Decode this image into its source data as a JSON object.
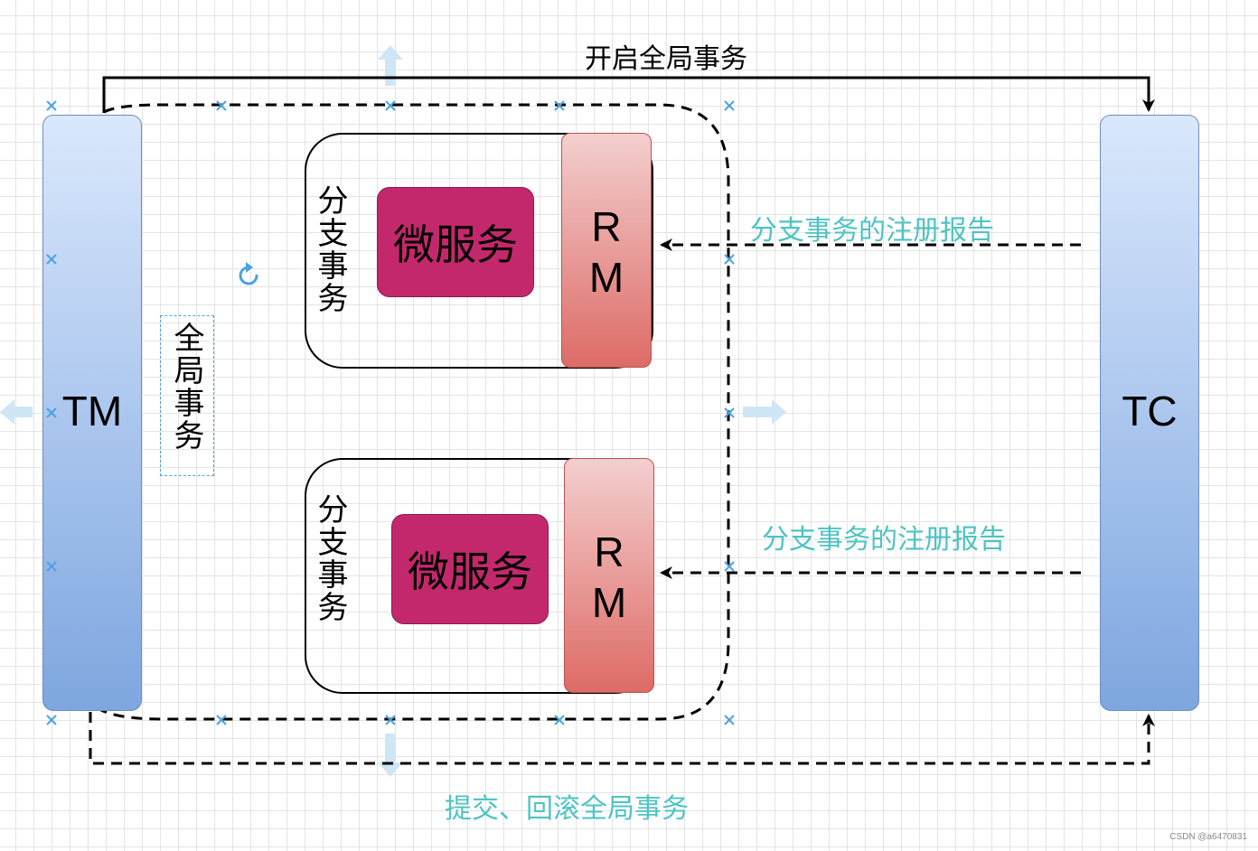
{
  "diagram": {
    "tm_label": "TM",
    "tc_label": "TC",
    "global_tx_label": "全局事务",
    "branches": [
      {
        "branch_label": "分支事务",
        "service_label": "微服务",
        "rm_line1": "R",
        "rm_line2": "M"
      },
      {
        "branch_label": "分支事务",
        "service_label": "微服务",
        "rm_line1": "R",
        "rm_line2": "M"
      }
    ],
    "edges": {
      "open_global": "开启全局事务",
      "register_branch_1": "分支事务的注册报告",
      "register_branch_2": "分支事务的注册报告",
      "commit_rollback": "提交、回滚全局事务"
    },
    "colors": {
      "lane_border": "#6c8ebf",
      "microservice": "#c4286c",
      "rm_border": "#b85450",
      "teal_text": "#4fc3c3",
      "selection_handle": "#4aa3df"
    }
  },
  "watermark": "CSDN @a6470831"
}
